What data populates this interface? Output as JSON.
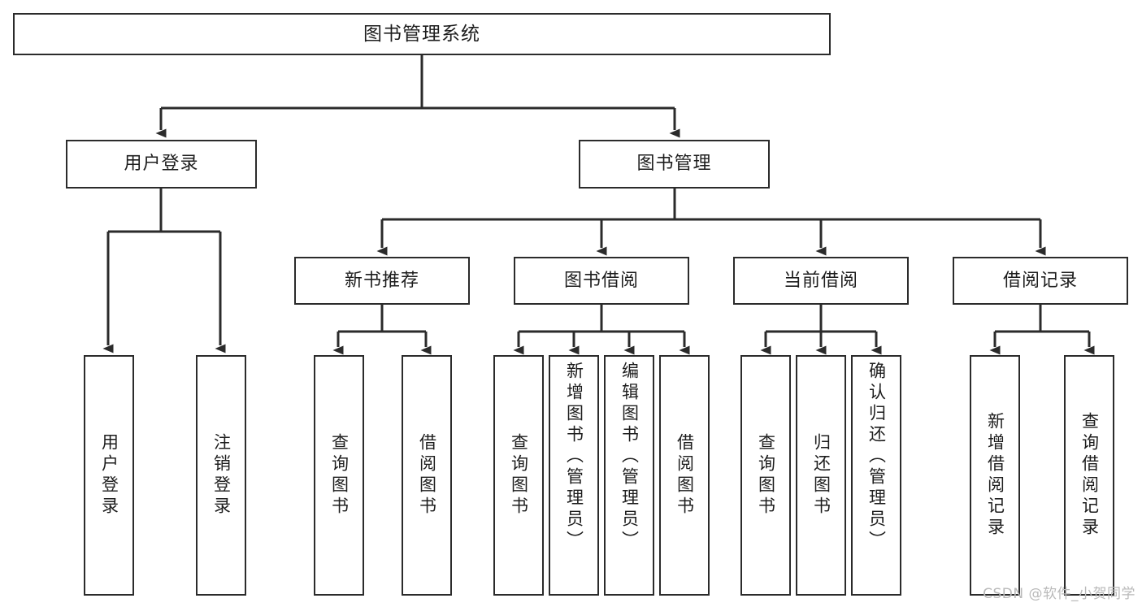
{
  "diagram": {
    "title": "图书管理系统",
    "type": "tree",
    "root": {
      "label": "图书管理系统"
    },
    "level2": [
      {
        "label": "用户登录"
      },
      {
        "label": "图书管理"
      }
    ],
    "level3": [
      {
        "label": "新书推荐"
      },
      {
        "label": "图书借阅"
      },
      {
        "label": "当前借阅"
      },
      {
        "label": "借阅记录"
      }
    ],
    "leaves": {
      "user_login": [
        {
          "label": "用户登录"
        },
        {
          "label": "注销登录"
        }
      ],
      "new_book": [
        {
          "label": "查询图书"
        },
        {
          "label": "借阅图书"
        }
      ],
      "borrow": [
        {
          "label": "查询图书"
        },
        {
          "label": "新增图书（管理员）"
        },
        {
          "label": "编辑图书（管理员）"
        },
        {
          "label": "借阅图书"
        }
      ],
      "current": [
        {
          "label": "查询图书"
        },
        {
          "label": "归还图书"
        },
        {
          "label": "确认归还（管理员）"
        }
      ],
      "records": [
        {
          "label": "新增借阅记录"
        },
        {
          "label": "查询借阅记录"
        }
      ]
    }
  },
  "watermark": {
    "text": "CSDN @软件_小贺同学"
  },
  "colors": {
    "stroke": "#2b2b2b",
    "background": "#ffffff",
    "text": "#1d1d1d",
    "watermark": "#b9b9b9"
  }
}
